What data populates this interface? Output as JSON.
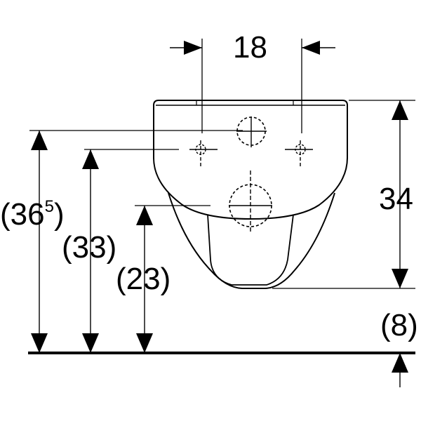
{
  "diagram": {
    "stroke_color": "#000000",
    "background": "#ffffff",
    "dimensions": {
      "width_top": "18",
      "height_right": "34",
      "bottom_gap": "(8)",
      "height_33": "(33)",
      "height_23": "(23)",
      "height_365_main": "(36",
      "height_365_sup": "5",
      "height_365_close": ")"
    }
  }
}
